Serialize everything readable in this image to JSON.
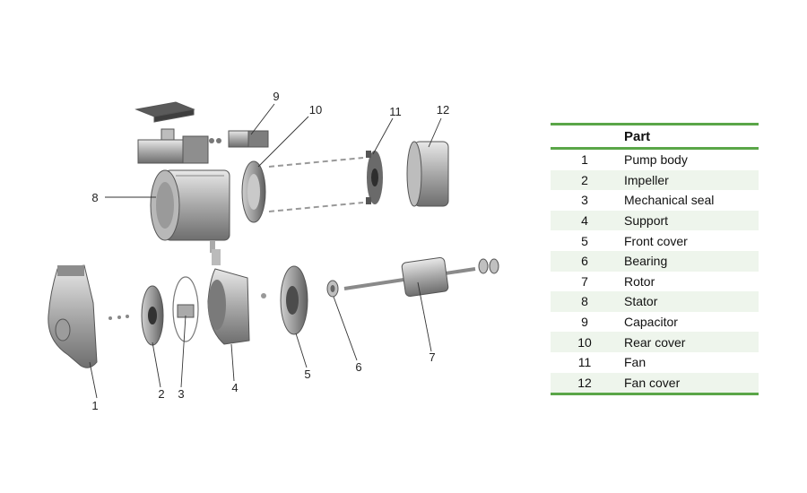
{
  "callouts": [
    "1",
    "2",
    "3",
    "4",
    "5",
    "6",
    "7",
    "8",
    "9",
    "10",
    "11",
    "12"
  ],
  "legend": {
    "header": "Part",
    "rows": [
      {
        "num": "1",
        "part": "Pump body"
      },
      {
        "num": "2",
        "part": "Impeller"
      },
      {
        "num": "3",
        "part": "Mechanical seal"
      },
      {
        "num": "4",
        "part": "Support"
      },
      {
        "num": "5",
        "part": "Front cover"
      },
      {
        "num": "6",
        "part": "Bearing"
      },
      {
        "num": "7",
        "part": "Rotor"
      },
      {
        "num": "8",
        "part": "Stator"
      },
      {
        "num": "9",
        "part": "Capacitor"
      },
      {
        "num": "10",
        "part": "Rear cover"
      },
      {
        "num": "11",
        "part": "Fan"
      },
      {
        "num": "12",
        "part": "Fan cover"
      }
    ]
  },
  "colors": {
    "rule": "#5aa648",
    "row_shade": "#eef5ec"
  }
}
